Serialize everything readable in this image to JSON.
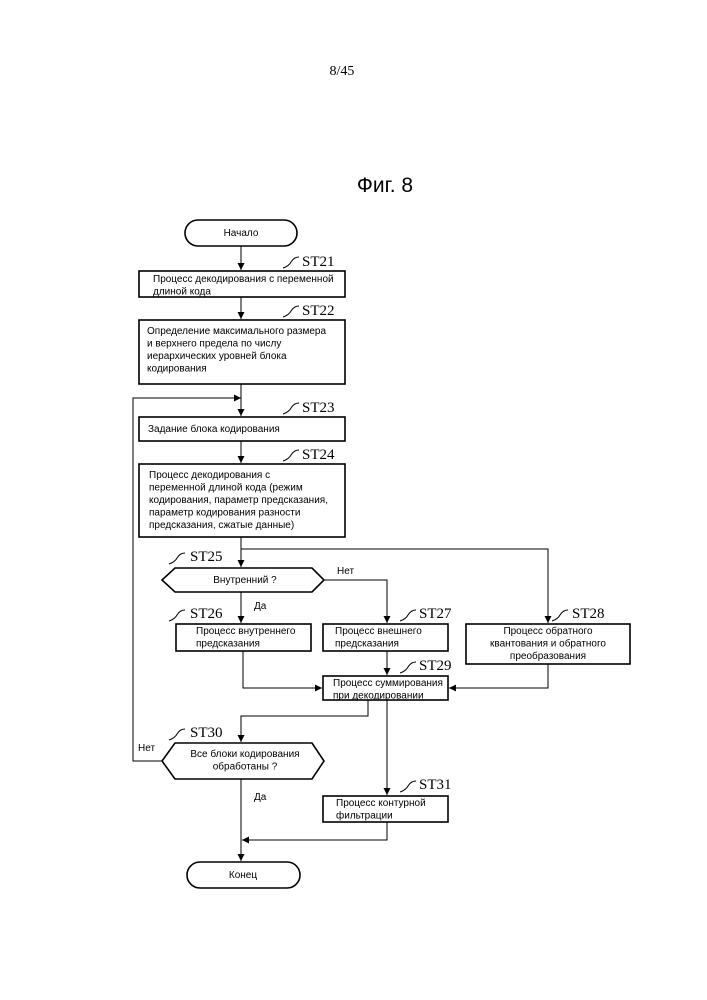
{
  "page_number": "8/45",
  "figure_title": "Фиг. 8",
  "nodes": {
    "start": [
      "Начало"
    ],
    "st21": [
      "Процесс декодирования с переменной",
      "длиной кода"
    ],
    "st22": [
      "Определение максимального размера",
      "и верхнего предела по числу",
      "иерархических уровней блока",
      "кодирования"
    ],
    "st23": [
      "Задание блока кодирования"
    ],
    "st24": [
      "Процесс декодирования с",
      "переменной длиной кода (режим",
      "кодирования, параметр предсказания,",
      "параметр кодирования разности",
      "предсказания, сжатые данные)"
    ],
    "st25": [
      "Внутренний ?"
    ],
    "st26": [
      "Процесс внутреннего",
      "предсказания"
    ],
    "st27": [
      "Процесс внешнего",
      "предсказания"
    ],
    "st28": [
      "Процесс обратного",
      "квантования и обратного",
      "преобразования"
    ],
    "st29": [
      "Процесс суммирования",
      "при декодировании"
    ],
    "st30": [
      "Все блоки кодирования",
      "обработаны ?"
    ],
    "st31": [
      "Процесс контурной",
      "фильтрации"
    ],
    "end": [
      "Конец"
    ]
  },
  "step_tags": {
    "st21": "ST21",
    "st22": "ST22",
    "st23": "ST23",
    "st24": "ST24",
    "st25": "ST25",
    "st26": "ST26",
    "st27": "ST27",
    "st28": "ST28",
    "st29": "ST29",
    "st30": "ST30",
    "st31": "ST31"
  },
  "edge_labels": {
    "st25_yes": "Да",
    "st25_no": "Нет",
    "st30_yes": "Да",
    "st30_no": "Нет"
  }
}
